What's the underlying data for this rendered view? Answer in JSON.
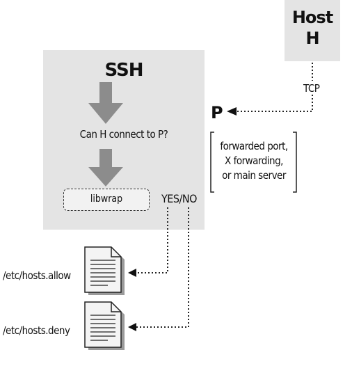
{
  "host": {
    "label_line1": "Host",
    "label_line2": "H"
  },
  "ssh": {
    "title": "SSH",
    "question": "Can H connect to P?",
    "libwrap": "libwrap",
    "decision": "YES/NO"
  },
  "connection": {
    "protocol": "TCP",
    "target": "P",
    "target_desc": [
      "forwarded port,",
      "X forwarding,",
      "or main server"
    ]
  },
  "files": [
    {
      "name": "/etc/hosts.allow"
    },
    {
      "name": "/etc/hosts.deny"
    }
  ],
  "colors": {
    "panel": "#e4e4e4",
    "arrow_fill": "#8c8c8c",
    "line": "#222222",
    "document_fill": "#f4f4f4"
  },
  "icons": {
    "document": "document-icon"
  }
}
